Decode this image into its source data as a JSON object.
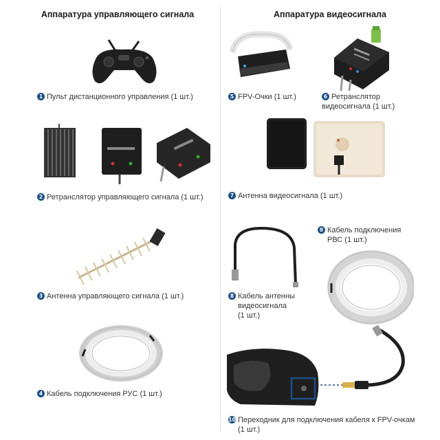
{
  "columns": {
    "left_title": "Аппаратура управляющего сигнала",
    "right_title": "Аппаратура видеосигнала"
  },
  "items": [
    {
      "num": "1",
      "label": "Пульт дистанционного управления (1 шт.)"
    },
    {
      "num": "2",
      "label": "Ретранслятор управляющего сигнала (1 шт.)"
    },
    {
      "num": "3",
      "label": "Антенна управляющего сигнала (1 шт.)"
    },
    {
      "num": "4",
      "label": "Кабель подключения РУС (1 шт.)"
    },
    {
      "num": "5",
      "label": "FPV-Очки (1 шт.)"
    },
    {
      "num": "6",
      "label_line1": "Ретранслятор",
      "label_line2": "видеосигнала (1 шт.)"
    },
    {
      "num": "7",
      "label": "Антенна видеосигнала (1 шт.)"
    },
    {
      "num": "8",
      "label_line1": "Кабель антенны",
      "label_line2": "видеосигнала",
      "label_line3": "(1 шт.)"
    },
    {
      "num": "9",
      "label_line1": "Кабель подключения",
      "label_line2": "РВС (1 шт.)"
    },
    {
      "num": "10",
      "label_line1": "Переходник для подключения кабеля к FPV-очкам",
      "label_line2": "(1 шт.)"
    }
  ],
  "colors": {
    "accent": "#1d4f86",
    "device_dark": "#1e1e1e",
    "cable_white": "#f2f2f2"
  },
  "icons": [
    "remote-controller",
    "control-relay-units",
    "yagi-antenna",
    "white-cable-coil",
    "fpv-goggles",
    "video-relay-module",
    "patch-antennas",
    "antenna-cable",
    "video-cable-coil",
    "adapter-cable"
  ]
}
